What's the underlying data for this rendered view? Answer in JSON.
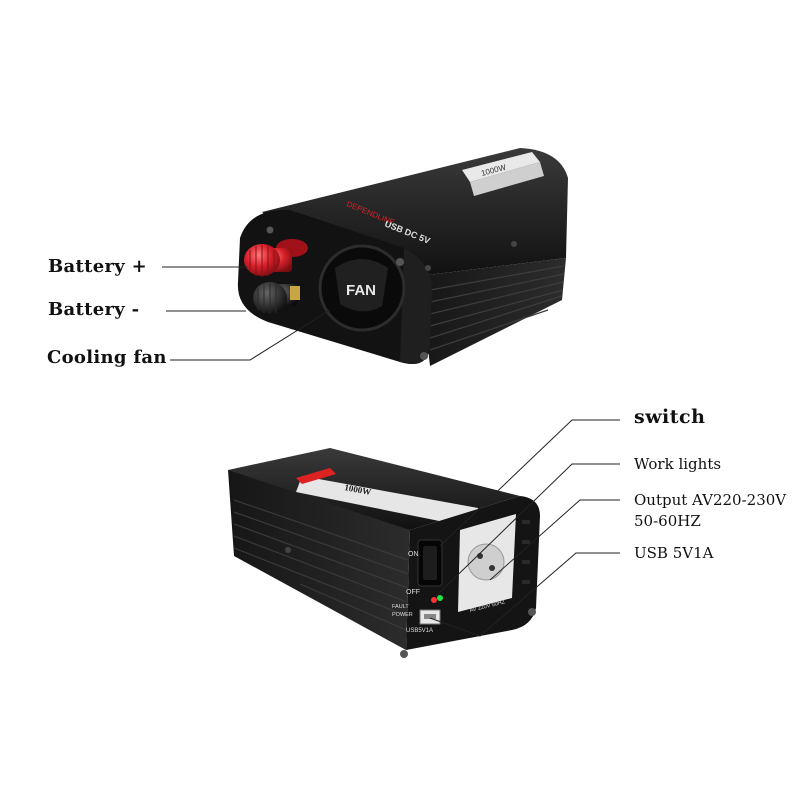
{
  "top_callouts": {
    "battery_plus": "Battery +",
    "battery_minus": "Battery -",
    "cooling_fan": "Cooling fan"
  },
  "bottom_callouts": {
    "switch": "switch",
    "work_lights": "Work lights",
    "output_line1": "Output AV220-230V",
    "output_line2": "50-60HZ",
    "usb": "USB 5V1A"
  },
  "device_markings": {
    "fan": "FAN",
    "usb_dc": "USB DC 5V",
    "brand": "DEPENDLINE",
    "power_rating": "1000W",
    "on": "ON",
    "off": "OFF",
    "fault": "FAULT",
    "power": "POWER",
    "usb_label": "USB5V1A",
    "outlet_label": "AV 220V 50HZ"
  },
  "colors": {
    "housing": "#1b1b1b",
    "terminal_red": "#d8202a",
    "leader_line": "#222222"
  }
}
